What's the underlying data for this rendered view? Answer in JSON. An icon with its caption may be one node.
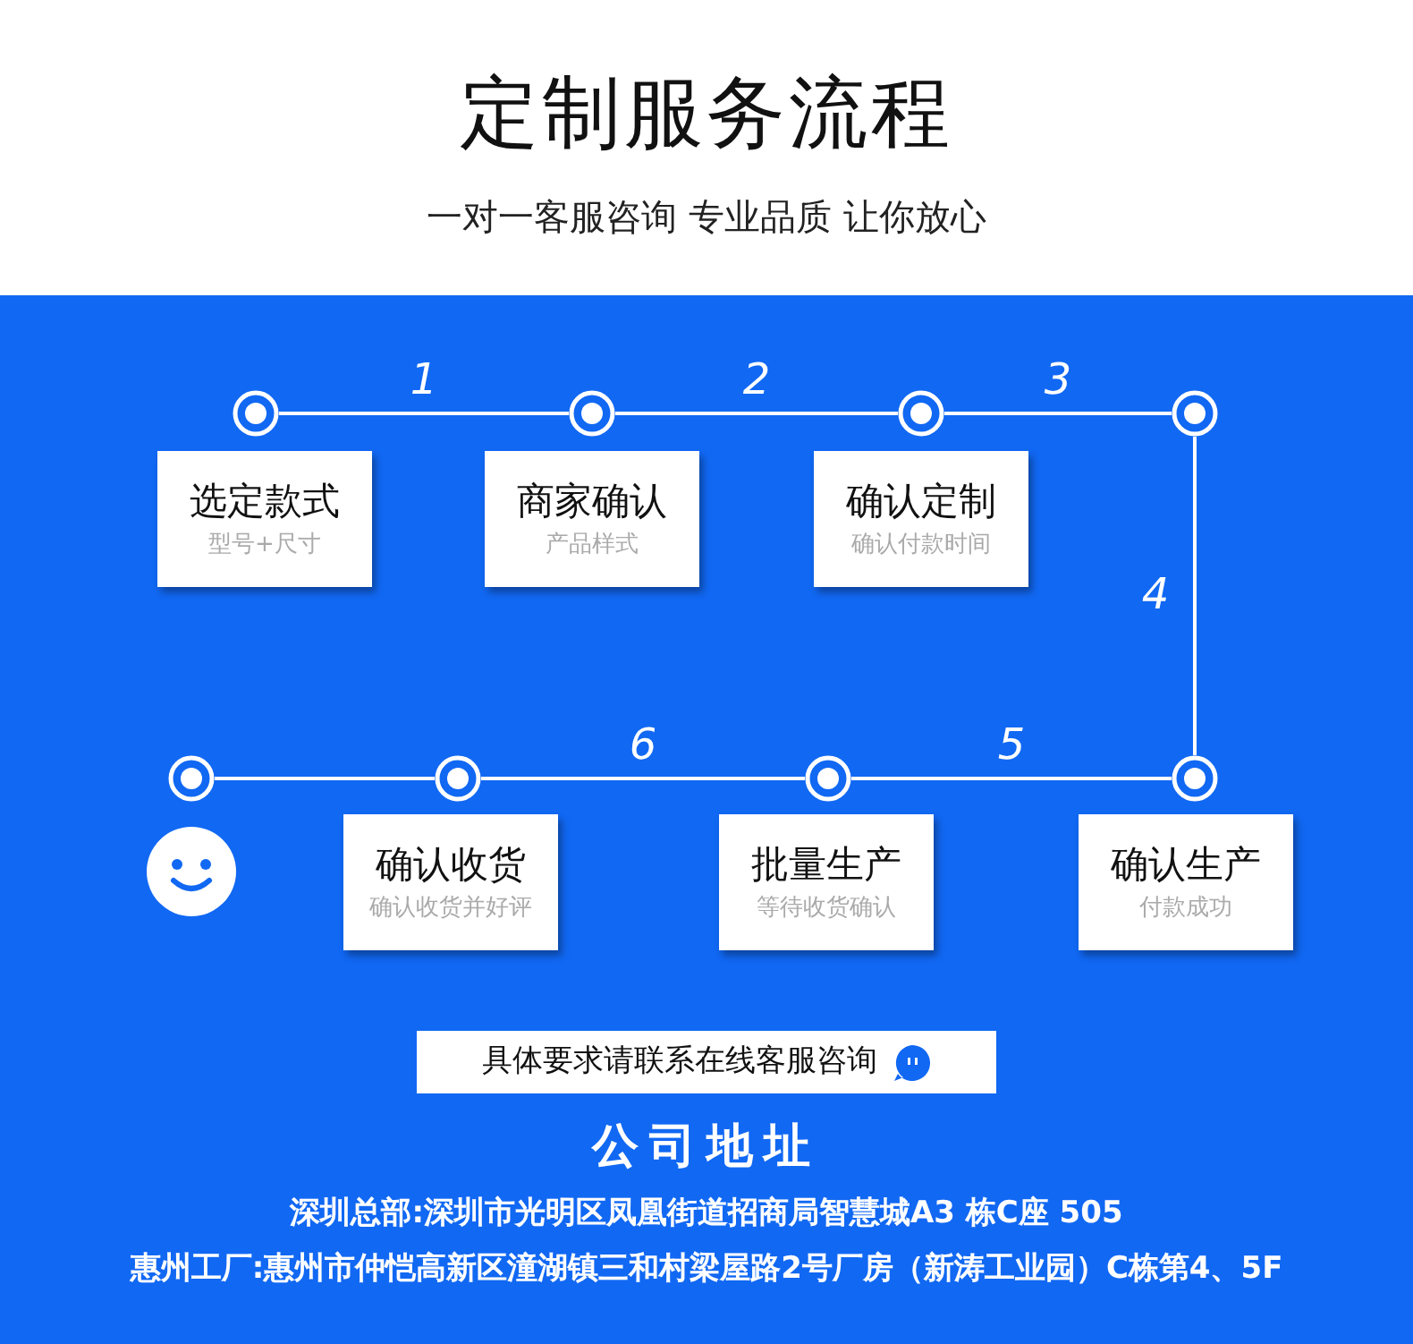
{
  "diagram": {
    "title": "定制服务流程",
    "nodes": [
      {
        "text": [],
        "shape": "circle"
      },
      {
        "text": [],
        "shape": "circle"
      },
      {
        "text": [],
        "shape": "circle"
      },
      {
        "text": [],
        "shape": "circle"
      },
      {
        "text": [
          "选定款式",
          "型号+尺寸"
        ]
      },
      {
        "text": [
          "商家确认",
          "产品样式"
        ]
      },
      {
        "text": [
          "确认定制",
          "确认付款时间"
        ]
      },
      {
        "text": [],
        "shape": "circle"
      },
      {
        "text": [],
        "shape": "circle"
      },
      {
        "text": [],
        "shape": "circle"
      },
      {
        "text": [],
        "shape": "circle"
      },
      {
        "text": [
          "确认收货",
          "确认收货并好评"
        ]
      },
      {
        "text": [
          "批量生产",
          "等待收货确认"
        ]
      },
      {
        "text": [
          "确认生产",
          "付款成功"
        ]
      }
    ],
    "edges": [
      {
        "from": 0,
        "to": 1,
        "arrow": "none",
        "label": "1"
      },
      {
        "from": 1,
        "to": 2,
        "arrow": "none",
        "label": "2"
      },
      {
        "from": 2,
        "to": 3,
        "arrow": "none",
        "label": "3"
      },
      {
        "from": 3,
        "to": 10,
        "arrow": "none",
        "label": "4"
      },
      {
        "from": 10,
        "to": 9,
        "arrow": "none",
        "label": "5"
      },
      {
        "from": 9,
        "to": 8,
        "arrow": "none",
        "label": "6"
      },
      {
        "from": 8,
        "to": 7,
        "arrow": "none"
      }
    ],
    "labels": [
      "一对一客服咨询 专业品质 让你放心",
      "具体要求请联系在线客服咨询",
      "公司地址",
      "深圳总部:深圳市光明区凤凰街道招商局智慧城A3 栋C座 505",
      "惠州工厂:惠州市仲恺高新区潼湖镇三和村梁屋路2号厂房（新涛工业园）C栋第4、5F"
    ]
  }
}
